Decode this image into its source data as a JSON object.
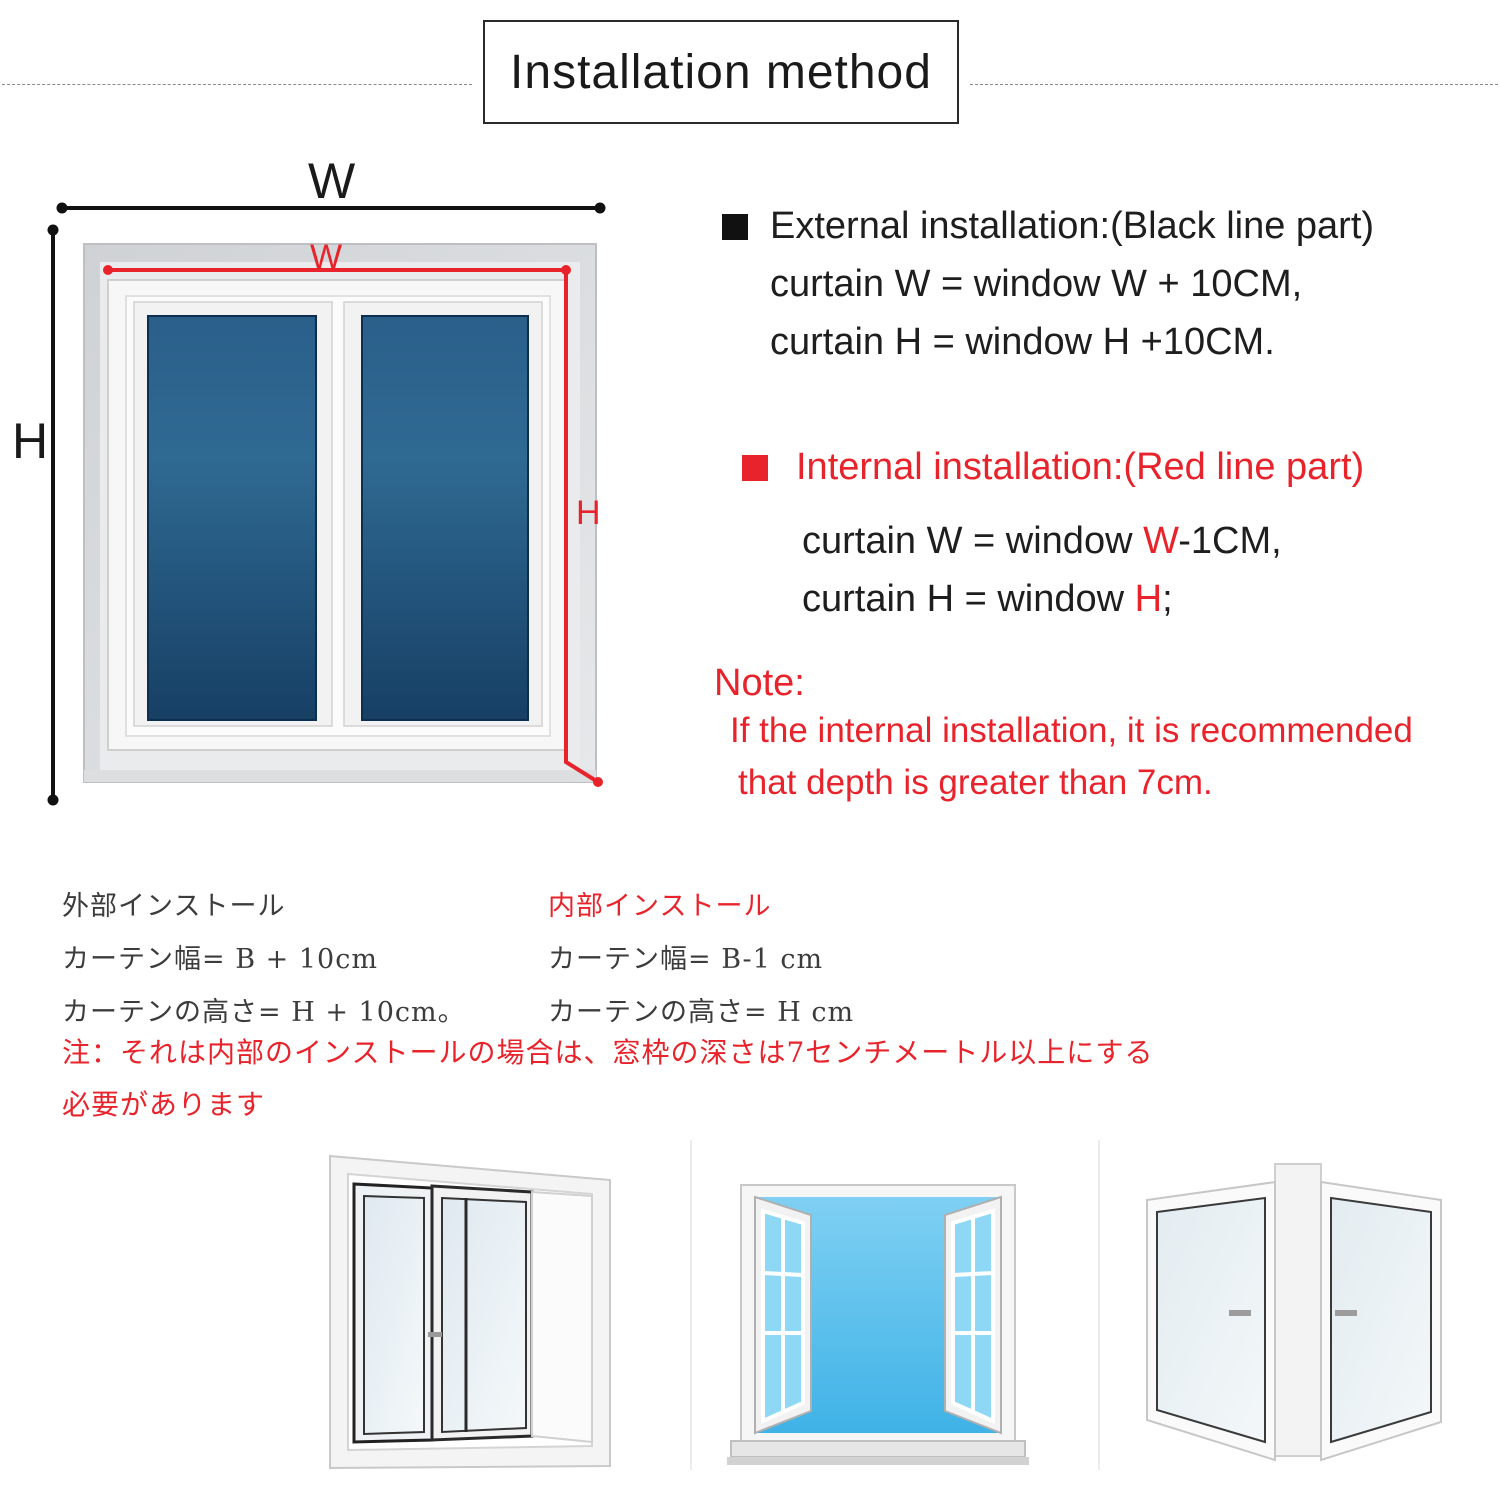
{
  "header": {
    "title": "Installation method"
  },
  "diagram": {
    "outer_width_label": "W",
    "outer_height_label": "H",
    "inner_width_label": "W",
    "inner_height_label": "H"
  },
  "external": {
    "heading": "External installation:(Black line part)",
    "line1": "curtain W = window W + 10CM,",
    "line2": "curtain H = window H +10CM."
  },
  "internal": {
    "heading": "Internal installation:(Red line part)",
    "line1_prefix": "curtain W = window ",
    "line1_highlight": "W",
    "line1_suffix": "-1CM,",
    "line2_prefix": "curtain H = window ",
    "line2_highlight": "H",
    "line2_suffix": ";"
  },
  "note": {
    "heading": "Note:",
    "line1": "If the internal installation, it is recommended",
    "line2": "that depth is greater than 7cm."
  },
  "japanese": {
    "external_title": "外部インストール",
    "external_width": "カーテン幅= B + 10cm",
    "external_height": "カーテンの高さ= H + 10cm。",
    "internal_title": "内部インストール",
    "internal_width": "カーテン幅= B-1 cm",
    "internal_height": "カーテンの高さ= H cm",
    "note_line1": "注：それは内部のインストールの場合は、窓枠の深さは7センチメートル以上にする",
    "note_line2": "必要があります"
  },
  "colors": {
    "accent_red": "#e8232b",
    "glass_blue": "#1d4f78",
    "black": "#111111"
  },
  "icons": [
    "sliding-window-icon",
    "open-window-icon",
    "casement-window-icon"
  ]
}
